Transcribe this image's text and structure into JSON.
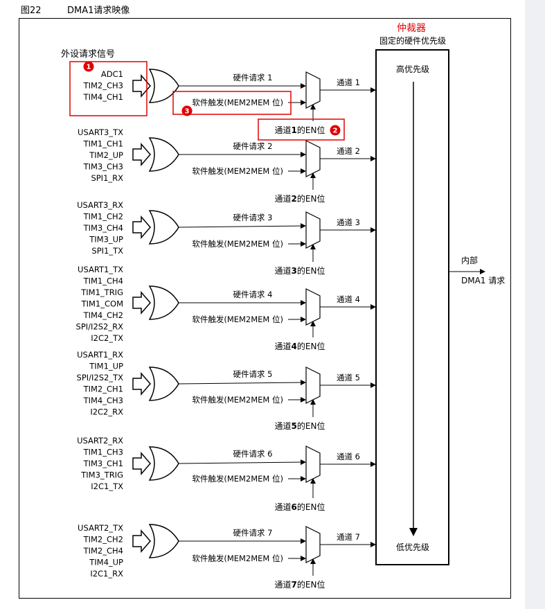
{
  "figure": {
    "number": "图22",
    "title": "DMA1请求映像"
  },
  "section_label": "外设请求信号",
  "arbiter": {
    "title": "仲裁器",
    "subtitle": "固定的硬件优先级",
    "high": "高优先级",
    "low": "低优先级",
    "title_color": "#e00000"
  },
  "output": {
    "line1": "内部",
    "line2": "DMA1 请求"
  },
  "channels": [
    {
      "signals": [
        "ADC1",
        "TIM2_CH3",
        "TIM4_CH1"
      ],
      "hw": "硬件请求 1",
      "sw": "软件触发(MEM2MEM 位)",
      "ch": "通道 1",
      "en_pre": "通道",
      "en_num": "1",
      "en_post": "的EN位"
    },
    {
      "signals": [
        "USART3_TX",
        "TIM1_CH1",
        "TIM2_UP",
        "TIM3_CH3",
        "SPI1_RX"
      ],
      "hw": "硬件请求 2",
      "sw": "软件触发(MEM2MEM 位)",
      "ch": "通道 2",
      "en_pre": "通道",
      "en_num": "2",
      "en_post": "的EN位"
    },
    {
      "signals": [
        "USART3_RX",
        "TIM1_CH2",
        "TIM3_CH4",
        "TIM3_UP",
        "SPI1_TX"
      ],
      "hw": "硬件请求 3",
      "sw": "软件触发(MEM2MEM 位)",
      "ch": "通道 3",
      "en_pre": "通道",
      "en_num": "3",
      "en_post": "的EN位"
    },
    {
      "signals": [
        "USART1_TX",
        "TIM1_CH4",
        "TIM1_TRIG",
        "TIM1_COM",
        "TIM4_CH2",
        "SPI/I2S2_RX",
        "I2C2_TX"
      ],
      "hw": "硬件请求 4",
      "sw": "软件触发(MEM2MEM 位)",
      "ch": "通道 4",
      "en_pre": "通道",
      "en_num": "4",
      "en_post": "的EN位"
    },
    {
      "signals": [
        "USART1_RX",
        "TIM1_UP",
        "SPI/I2S2_TX",
        "TIM2_CH1",
        "TIM4_CH3",
        "I2C2_RX"
      ],
      "hw": "硬件请求 5",
      "sw": "软件触发(MEM2MEM 位)",
      "ch": "通道 5",
      "en_pre": "通道",
      "en_num": "5",
      "en_post": "的EN位"
    },
    {
      "signals": [
        "USART2_RX",
        "TIM1_CH3",
        "TIM3_CH1",
        "TIM3_TRIG",
        "I2C1_TX"
      ],
      "hw": "硬件请求 6",
      "sw": "软件触发(MEM2MEM 位)",
      "ch": "通道 6",
      "en_pre": "通道",
      "en_num": "6",
      "en_post": "的EN位"
    },
    {
      "signals": [
        "USART2_TX",
        "TIM2_CH2",
        "TIM2_CH4",
        "TIM4_UP",
        "I2C1_RX"
      ],
      "hw": "硬件请求 7",
      "sw": "软件触发(MEM2MEM 位)",
      "ch": "通道 7",
      "en_pre": "通道",
      "en_num": "7",
      "en_post": "的EN位"
    }
  ],
  "markers": [
    {
      "label": "1",
      "color": "#e00000"
    },
    {
      "label": "2",
      "color": "#e00000"
    },
    {
      "label": "3",
      "color": "#e00000"
    }
  ]
}
